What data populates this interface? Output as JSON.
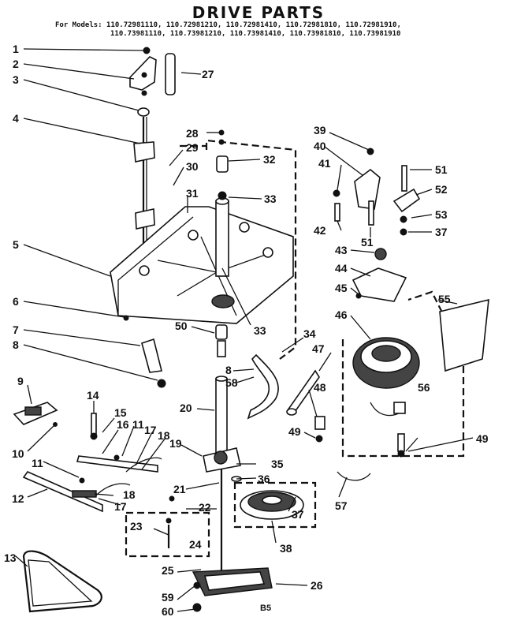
{
  "header": {
    "title": "DRIVE PARTS",
    "models_line1": "For Models: 110.72981110, 110.72981210, 110.72981410, 110.72981810, 110.72981910,",
    "models_line2": "110.73981110, 110.73981210, 110.73981410, 110.73981810, 110.73981910"
  },
  "footer": {
    "page_code": "B5"
  },
  "callouts": [
    "1",
    "2",
    "3",
    "4",
    "5",
    "6",
    "7",
    "8",
    "9",
    "10",
    "11",
    "12",
    "13",
    "14",
    "15",
    "16",
    "17",
    "18",
    "19",
    "20",
    "21",
    "22",
    "23",
    "24",
    "25",
    "26",
    "27",
    "28",
    "29",
    "30",
    "31",
    "32",
    "33",
    "34",
    "35",
    "36",
    "37",
    "38",
    "39",
    "40",
    "41",
    "42",
    "43",
    "44",
    "45",
    "46",
    "47",
    "48",
    "49",
    "50",
    "51",
    "52",
    "53",
    "55",
    "56",
    "57",
    "58",
    "59",
    "60"
  ],
  "callout_list": [
    "1",
    "2",
    "3",
    "4",
    "5",
    "6",
    "7",
    "8",
    "9",
    "10",
    "11",
    "12",
    "13",
    "14",
    "15",
    "16",
    "11",
    "17",
    "18",
    "19",
    "20",
    "21",
    "22",
    "23",
    "24",
    "25",
    "59",
    "60",
    "26",
    "27",
    "28",
    "29",
    "30",
    "31",
    "32",
    "33",
    "33",
    "50",
    "34",
    "8",
    "58",
    "47",
    "48",
    "49",
    "39",
    "40",
    "41",
    "42",
    "51",
    "51",
    "52",
    "53",
    "37",
    "43",
    "44",
    "45",
    "46",
    "55",
    "56",
    "49",
    "57",
    "36",
    "37",
    "38",
    "17",
    "18",
    "35"
  ]
}
